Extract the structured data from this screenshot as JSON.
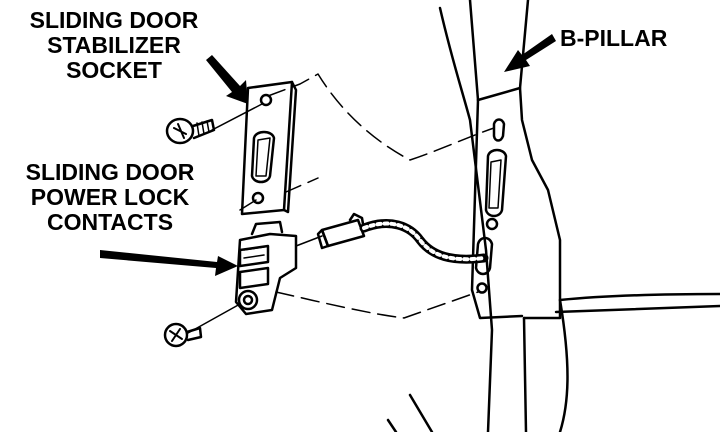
{
  "labels": {
    "stabilizer_socket": [
      "SLIDING DOOR",
      "STABILIZER",
      "SOCKET"
    ],
    "power_lock_contacts": [
      "SLIDING DOOR",
      "POWER LOCK",
      "CONTACTS"
    ],
    "b_pillar": "B-PILLAR"
  },
  "colors": {
    "ink": "#000000",
    "paper": "#ffffff"
  }
}
